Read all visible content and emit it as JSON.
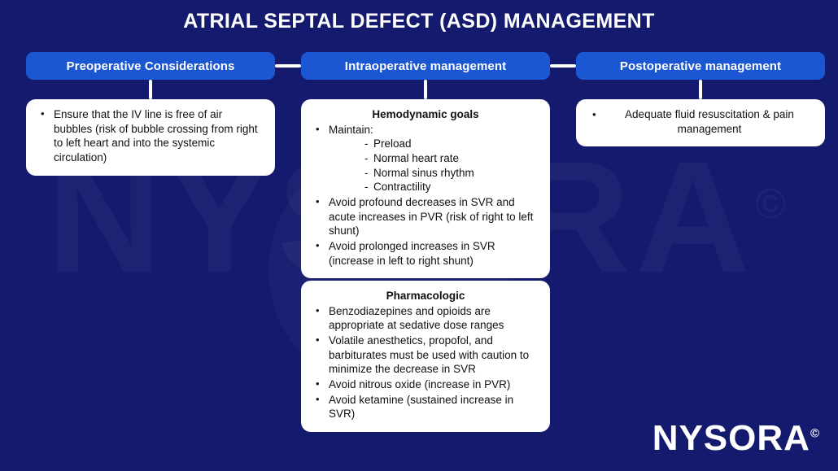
{
  "title": "ATRIAL SEPTAL DEFECT (ASD) MANAGEMENT",
  "watermark": {
    "text": "NYSORA",
    "copyright": "©"
  },
  "logo": {
    "text": "NYSORA",
    "copyright": "©"
  },
  "columns": [
    {
      "header": "Preoperative Considerations",
      "cards": [
        {
          "title": "",
          "bullets": [
            {
              "text": "Ensure that the IV line is free of air bubbles (risk of bubble crossing from right to left heart and into the systemic circulation)",
              "subitems": []
            }
          ]
        }
      ]
    },
    {
      "header": "Intraoperative management",
      "cards": [
        {
          "title": "Hemodynamic goals",
          "bullets": [
            {
              "text": "Maintain:",
              "subitems": [
                "Preload",
                "Normal heart rate",
                "Normal sinus rhythm",
                "Contractility"
              ]
            },
            {
              "text": "Avoid profound decreases in SVR and acute increases in PVR (risk of right to left shunt)",
              "subitems": []
            },
            {
              "text": "Avoid prolonged increases in SVR (increase in left to right shunt)",
              "subitems": []
            }
          ]
        },
        {
          "title": "Pharmacologic",
          "bullets": [
            {
              "text": "Benzodiazepines and opioids are appropriate at sedative dose ranges",
              "subitems": []
            },
            {
              "text": "Volatile anesthetics, propofol, and barbiturates must be used with caution to minimize the decrease in SVR",
              "subitems": []
            },
            {
              "text": "Avoid nitrous oxide (increase in PVR)",
              "subitems": []
            },
            {
              "text": "Avoid ketamine (sustained increase in SVR)",
              "subitems": []
            }
          ]
        }
      ]
    },
    {
      "header": "Postoperative management",
      "cards": [
        {
          "title": "",
          "bullets": [
            {
              "text": "Adequate fluid resuscitation & pain management",
              "subitems": []
            }
          ]
        }
      ]
    }
  ],
  "colors": {
    "background": "#141a6e",
    "header_box": "#1b56d3",
    "card_background": "#ffffff",
    "text_light": "#ffffff",
    "text_dark": "#101010"
  }
}
